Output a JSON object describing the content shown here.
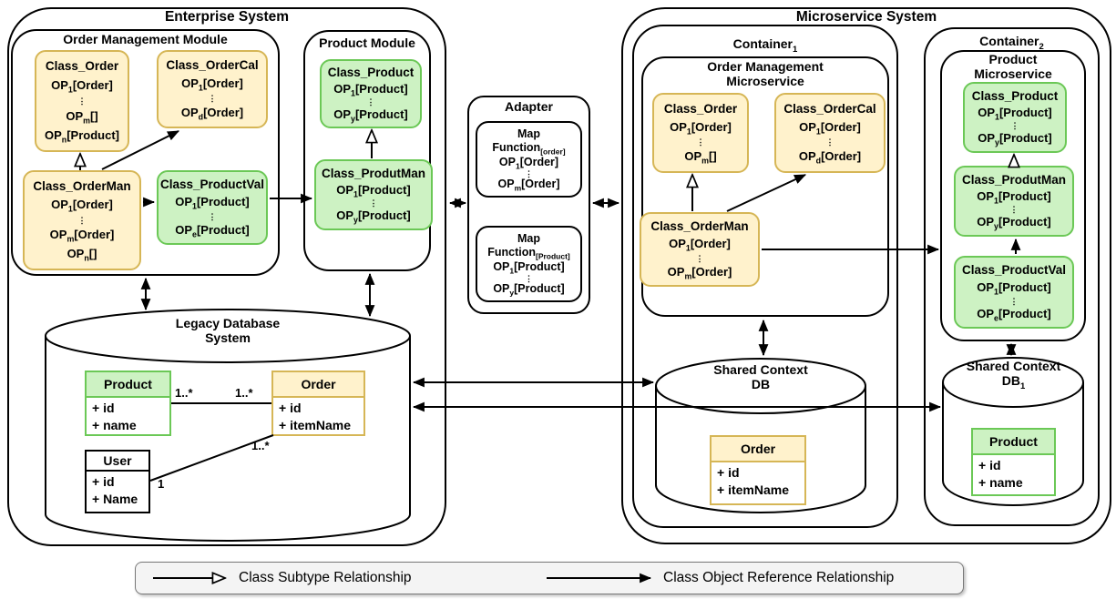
{
  "dots": "⋮",
  "colors": {
    "class_yellow": "#FFF2CC",
    "class_yellow_border": "#D6B656",
    "class_green": "#CDF2C3",
    "class_green_border": "#6BC856",
    "legend_bg": "#f4f4f4"
  },
  "enterprise": {
    "title": "Enterprise System",
    "order_module": {
      "title": "Order Management Module",
      "class_order": {
        "title": "Class_Order",
        "l1": "OP_{1}[Order]",
        "l2": "OP_{m}[]",
        "l3": "OP_{n}[Product]"
      },
      "class_ordercal": {
        "title": "Class_OrderCal",
        "l1": "OP_{1}[Order]",
        "l2": "OP_{d}[Order]"
      },
      "class_orderman": {
        "title": "Class_OrderMan",
        "l1": "OP_{1}[Order]",
        "l2": "OP_{m}[Order]",
        "l3": "OP_{n}[]"
      },
      "class_productval": {
        "title": "Class_ProductVal",
        "l1": "OP_{1}[Product]",
        "l2": "OP_{e}[Product]"
      }
    },
    "product_module": {
      "title": "Product Module",
      "class_product": {
        "title": "Class_Product",
        "l1": "OP_{1}[Product]",
        "l2": "OP_{y}[Product]"
      },
      "class_produtman": {
        "title": "Class_ProdutMan",
        "l1": "OP_{1}[Product]",
        "l2": "OP_{y}[Product]"
      }
    },
    "legacy_db": {
      "title": "Legacy Database\nSystem",
      "product_table": {
        "header": "Product",
        "rows": [
          "+ id",
          "+ name"
        ]
      },
      "order_table": {
        "header": "Order",
        "rows": [
          "+ id",
          "+ itemName"
        ]
      },
      "user_table": {
        "header": "User",
        "rows": [
          "+ id",
          "+ Name"
        ]
      },
      "mult_left": "1..*",
      "mult_right": "1..*",
      "mult_user_order": "1..*",
      "mult_user": "1"
    }
  },
  "adapter": {
    "title": "Adapter",
    "map_order": {
      "title": "Map Function_{[order]}",
      "l1": "OP_{1}[Order]",
      "l2": "OP_{m}[Order]"
    },
    "map_product": {
      "title": "Map\nFunction_{[Product]}",
      "l1": "OP_{1}[Product]",
      "l2": "OP_{y}[Product]"
    }
  },
  "microservice": {
    "title": "Microservice System",
    "container1": {
      "title": "Container_{1}",
      "oms_title": "Order Management\nMicroservice",
      "class_order": {
        "title": "Class_Order",
        "l1": "OP_{1}[Order]",
        "l2": "OP_{m}[]"
      },
      "class_ordercal": {
        "title": "Class_OrderCal",
        "l1": "OP_{1}[Order]",
        "l2": "OP_{d}[Order]"
      },
      "class_orderman": {
        "title": "Class_OrderMan",
        "l1": "OP_{1}[Order]",
        "l2": "OP_{m}[Order]"
      },
      "shared_db": {
        "title": "Shared Context\nDB",
        "order_table": {
          "header": "Order",
          "rows": [
            "+ id",
            "+ itemName"
          ]
        }
      }
    },
    "container2": {
      "title": "Container_{2}",
      "pms_title": "Product\nMicroservice",
      "class_product": {
        "title": "Class_Product",
        "l1": "OP_{1}[Product]",
        "l2": "OP_{y}[Product]"
      },
      "class_produtman": {
        "title": "Class_ProdutMan",
        "l1": "OP_{1}[Product]",
        "l2": "OP_{y}[Product]"
      },
      "class_productval": {
        "title": "Class_ProductVal",
        "l1": "OP_{1}[Product]",
        "l2": "OP_{e}[Product]"
      },
      "shared_db1": {
        "title": "Shared Context\nDB_{1}",
        "product_table": {
          "header": "Product",
          "rows": [
            "+ id",
            "+ name"
          ]
        }
      }
    }
  },
  "legend": {
    "subtype": "Class Subtype Relationship",
    "reference": "Class Object Reference Relationship"
  }
}
